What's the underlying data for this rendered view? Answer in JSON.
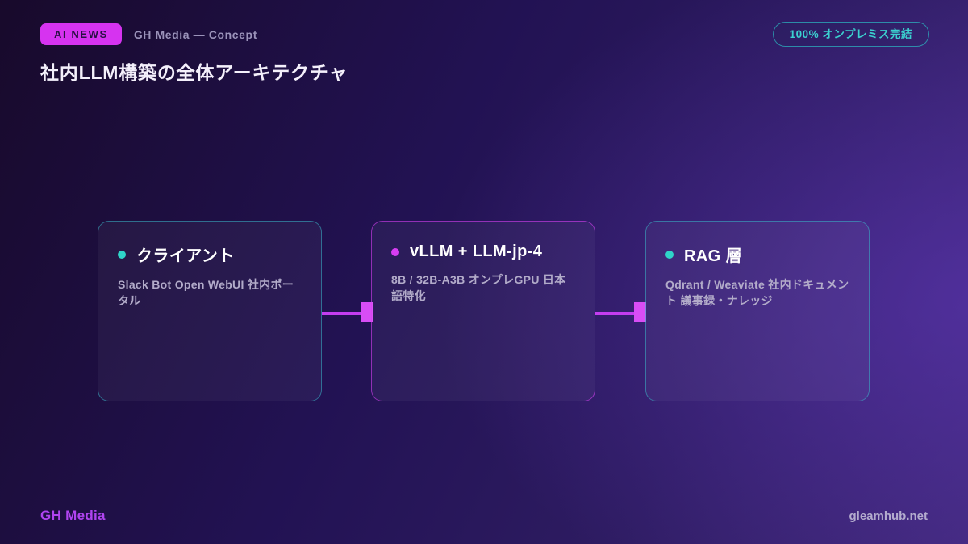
{
  "header": {
    "badge_label": "AI NEWS",
    "brand_label": "GH Media — Concept",
    "title": "社内LLM構築の全体アーキテクチャ",
    "pill_label": "100% オンプレミス完結"
  },
  "cards": [
    {
      "title": "クライアント",
      "description": "Slack Bot Open WebUI 社内ポータル",
      "accent": "#2fd4c8",
      "border": "rgba(56,182,200,0.55)"
    },
    {
      "title": "vLLM + LLM-jp-4",
      "description": "8B / 32B-A3B オンプレGPU 日本語特化",
      "accent": "#d63df2",
      "border": "rgba(214,61,242,0.60)"
    },
    {
      "title": "RAG 層",
      "description": "Qdrant / Weaviate 社内ドキュメント 議事録・ナレッジ",
      "accent": "#2fd4c8",
      "border": "rgba(56,182,200,0.55)"
    }
  ],
  "footer": {
    "brand": "GH Media",
    "site": "gleamhub.net"
  },
  "colors": {
    "badge_bg": "#d633f0",
    "badge_text": "#2a1045",
    "pill": "#3bd0cf",
    "connector": "#c43df0",
    "connector_node": "#d84df5",
    "footer_brand": "#b044f0"
  }
}
